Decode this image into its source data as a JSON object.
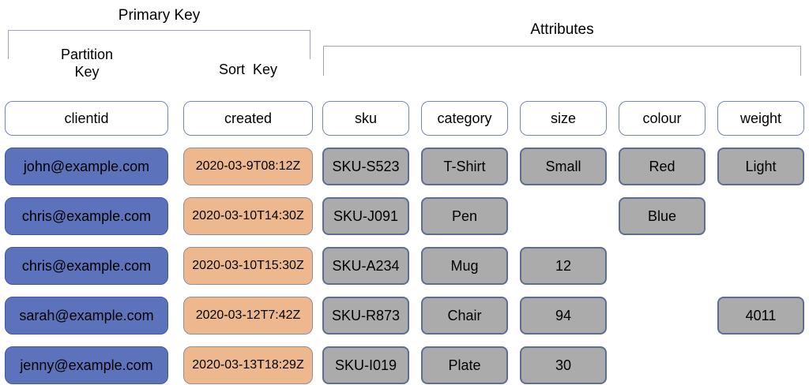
{
  "annotations": {
    "primary_key_label": "Primary Key",
    "partition_key_label": "Partition Key",
    "sort_key_label": "Sort  Key",
    "attributes_label": "Attributes"
  },
  "columns": [
    {
      "label": "clientid",
      "role": "partition-key"
    },
    {
      "label": "created",
      "role": "sort-key"
    },
    {
      "label": "sku",
      "role": "attribute"
    },
    {
      "label": "category",
      "role": "attribute"
    },
    {
      "label": "size",
      "role": "attribute"
    },
    {
      "label": "colour",
      "role": "attribute"
    },
    {
      "label": "weight",
      "role": "attribute"
    }
  ],
  "rows": [
    {
      "clientid": "john@example.com",
      "created": "2020-03-9T08:12Z",
      "sku": "SKU-S523",
      "category": "T-Shirt",
      "size": "Small",
      "colour": "Red",
      "weight": "Light"
    },
    {
      "clientid": "chris@example.com",
      "created": "2020-03-10T14:30Z",
      "sku": "SKU-J091",
      "category": "Pen",
      "size": null,
      "colour": "Blue",
      "weight": null
    },
    {
      "clientid": "chris@example.com",
      "created": "2020-03-10T15:30Z",
      "sku": "SKU-A234",
      "category": "Mug",
      "size": "12",
      "colour": null,
      "weight": null
    },
    {
      "clientid": "sarah@example.com",
      "created": "2020-03-12T7:42Z",
      "sku": "SKU-R873",
      "category": "Chair",
      "size": "94",
      "colour": null,
      "weight": "4011"
    },
    {
      "clientid": "jenny@example.com",
      "created": "2020-03-13T18:29Z",
      "sku": "SKU-I019",
      "category": "Plate",
      "size": "30",
      "colour": null,
      "weight": null
    }
  ],
  "colors": {
    "background": "#FFFFFF",
    "text": "#000000",
    "bracket_line": "#9CA5B8",
    "header_fill": "#FFFFFF",
    "header_border": "#7585B5",
    "partition_fill": "#5C73BC",
    "partition_border": "#44559F",
    "sort_fill": "#EDB88E",
    "sort_border": "#8E8E9C",
    "attribute_fill": "#ABABAB",
    "attribute_border": "#5F6C94"
  }
}
